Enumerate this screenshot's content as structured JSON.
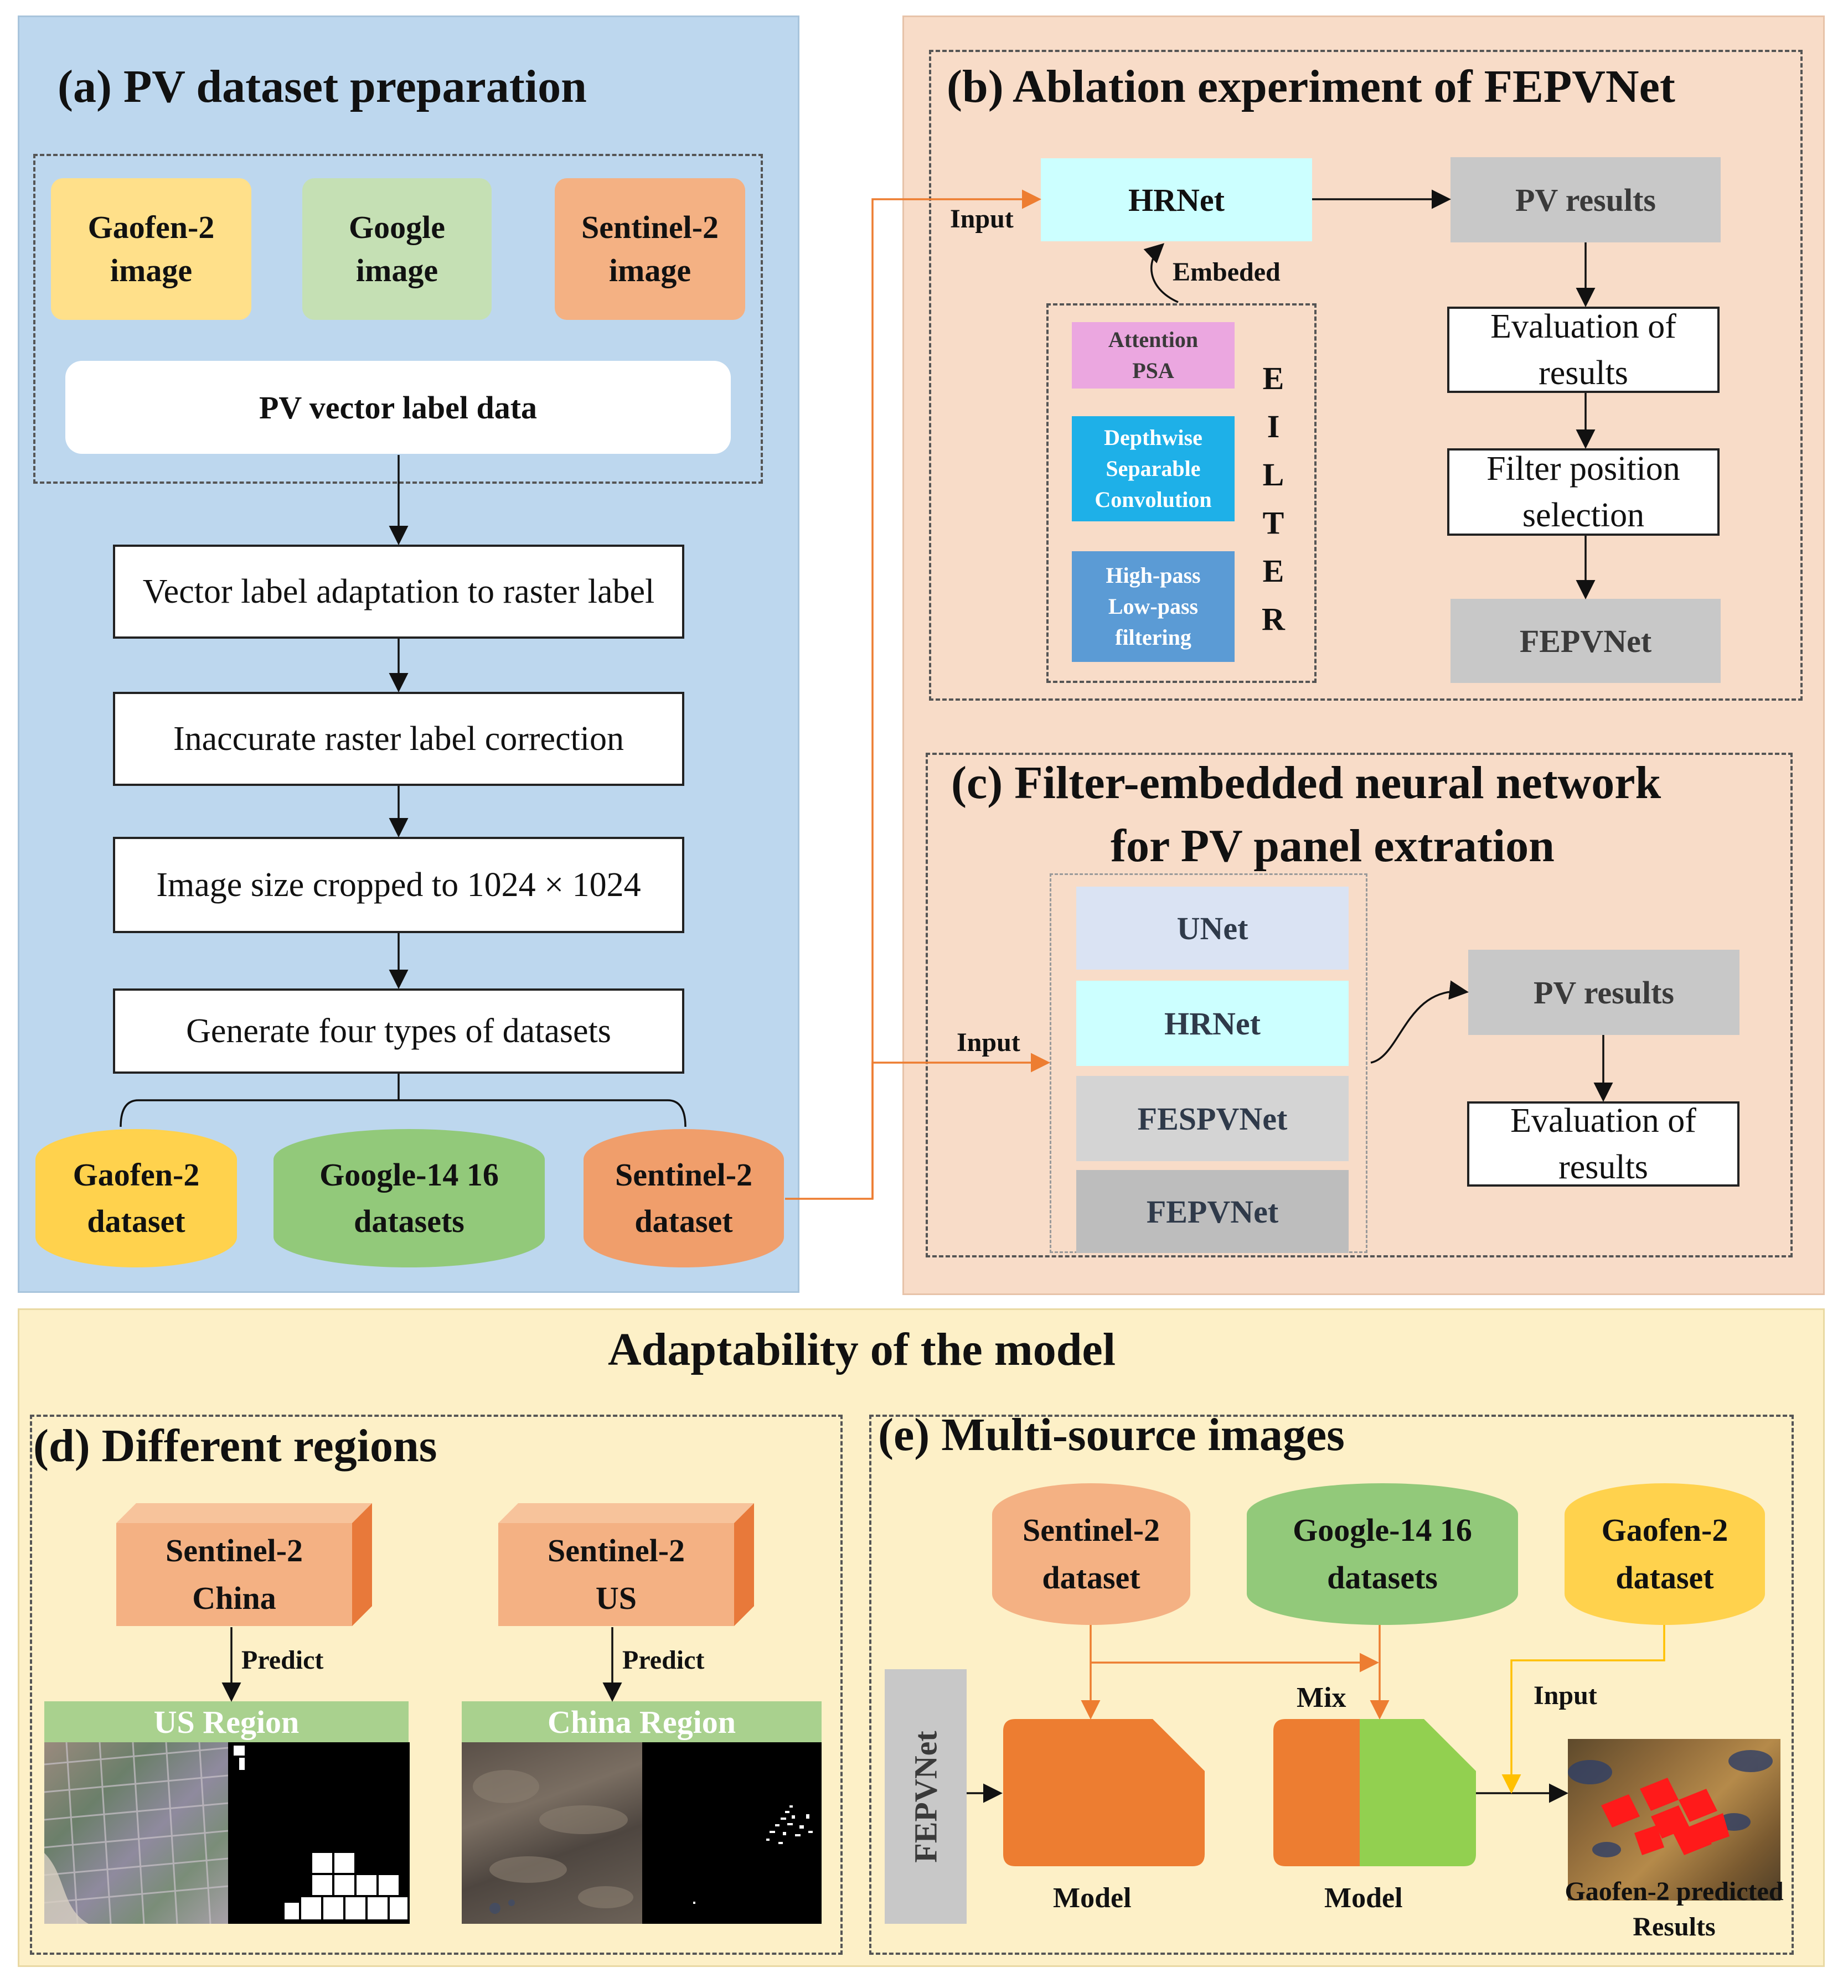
{
  "panel_a": {
    "title": "(a) PV dataset preparation",
    "sources": [
      "Gaofen-2\nimage",
      "Google\nimage",
      "Sentinel-2\nimage"
    ],
    "vector_label": "PV vector label data",
    "steps": [
      "Vector label adaptation to raster label",
      "Inaccurate raster label correction",
      "Image size cropped to 1024 × 1024",
      "Generate four types of datasets"
    ],
    "datasets": [
      "Gaofen-2\ndataset",
      "Google-14 16\ndatasets",
      "Sentinel-2\ndataset"
    ]
  },
  "panel_b": {
    "title": "(b) Ablation experiment of FEPVNet",
    "input_label": "Input",
    "hrnet": "HRNet",
    "embeded": "Embeded",
    "filters": [
      "Attention\nPSA",
      "Depthwise\nSeparable\nConvolution",
      "High-pass\nLow-pass\nfiltering"
    ],
    "filter_word": [
      "E",
      "I",
      "L",
      "T",
      "E",
      "R"
    ],
    "pv_results": "PV results",
    "evaluation": "Evaluation of results",
    "filter_position": "Filter position selection",
    "fepvnet": "FEPVNet"
  },
  "panel_c": {
    "title_line1": "(c) Filter-embedded neural network",
    "title_line2": "for PV panel extration",
    "input_label": "Input",
    "models": [
      "UNet",
      "HRNet",
      "FESPVNet",
      "FEPVNet"
    ],
    "pv_results": "PV results",
    "evaluation": "Evaluation of results"
  },
  "bottom": {
    "title": "Adaptability of the model",
    "panel_d": {
      "title": "(d)  Different regions",
      "cubes": [
        "Sentinel-2\nChina",
        "Sentinel-2\nUS"
      ],
      "predict": "Predict",
      "regions": [
        "US Region",
        "China Region"
      ]
    },
    "panel_e": {
      "title": "(e) Multi-source images",
      "datasets": [
        "Sentinel-2\ndataset",
        "Google-14 16\ndatasets",
        "Gaofen-2\ndataset"
      ],
      "fepvnet": "FEPVNet",
      "mix": "Mix",
      "input_label": "Input",
      "model": "Model",
      "result_label": "Gaofen-2 predicted\nResults"
    }
  },
  "colors": {
    "yellow": "#ffe08a",
    "green": "#c5e0b4",
    "salmon": "#f4b183",
    "orange_line": "#ed7d31",
    "cyan": "#ccffff",
    "gray": "#c8c8c8",
    "attention": "#eba7e0",
    "depthwise": "#1eb0e8",
    "highpass": "#5b9bd5",
    "light_green_bar": "#a9d18e"
  }
}
